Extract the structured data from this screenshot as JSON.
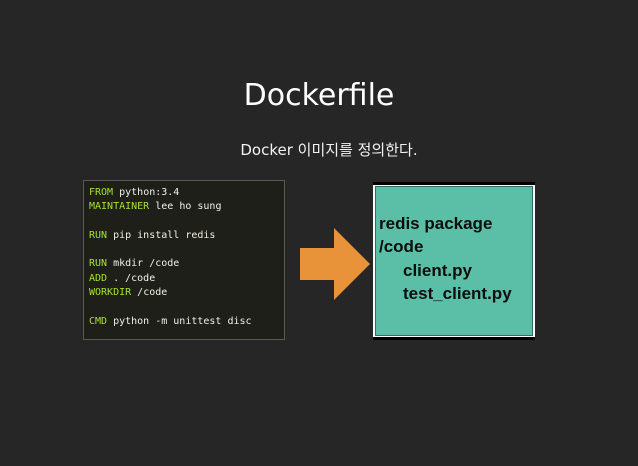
{
  "slide": {
    "title": "Dockerfile",
    "subtitle": "Docker 이미지를 정의한다."
  },
  "code": {
    "lines": [
      {
        "keyword": "FROM",
        "rest": " python:3.4"
      },
      {
        "keyword": "MAINTAINER",
        "rest": " lee ho sung"
      },
      {
        "keyword": "",
        "rest": ""
      },
      {
        "keyword": "RUN",
        "rest": " pip install redis"
      },
      {
        "keyword": "",
        "rest": ""
      },
      {
        "keyword": "RUN",
        "rest": " mkdir /code"
      },
      {
        "keyword": "ADD",
        "rest": " . /code"
      },
      {
        "keyword": "WORKDIR",
        "rest": " /code"
      },
      {
        "keyword": "",
        "rest": ""
      },
      {
        "keyword": "CMD",
        "rest": " python -m unittest disc"
      }
    ]
  },
  "result": {
    "lines": [
      "redis package",
      "/code",
      "client.py",
      "test_client.py"
    ]
  },
  "icons": {
    "arrow": "arrow-right-icon"
  },
  "colors": {
    "background": "#262626",
    "keyword": "#a6e22e",
    "arrow": "#e8923a",
    "result_fill": "#5bbfa8"
  }
}
